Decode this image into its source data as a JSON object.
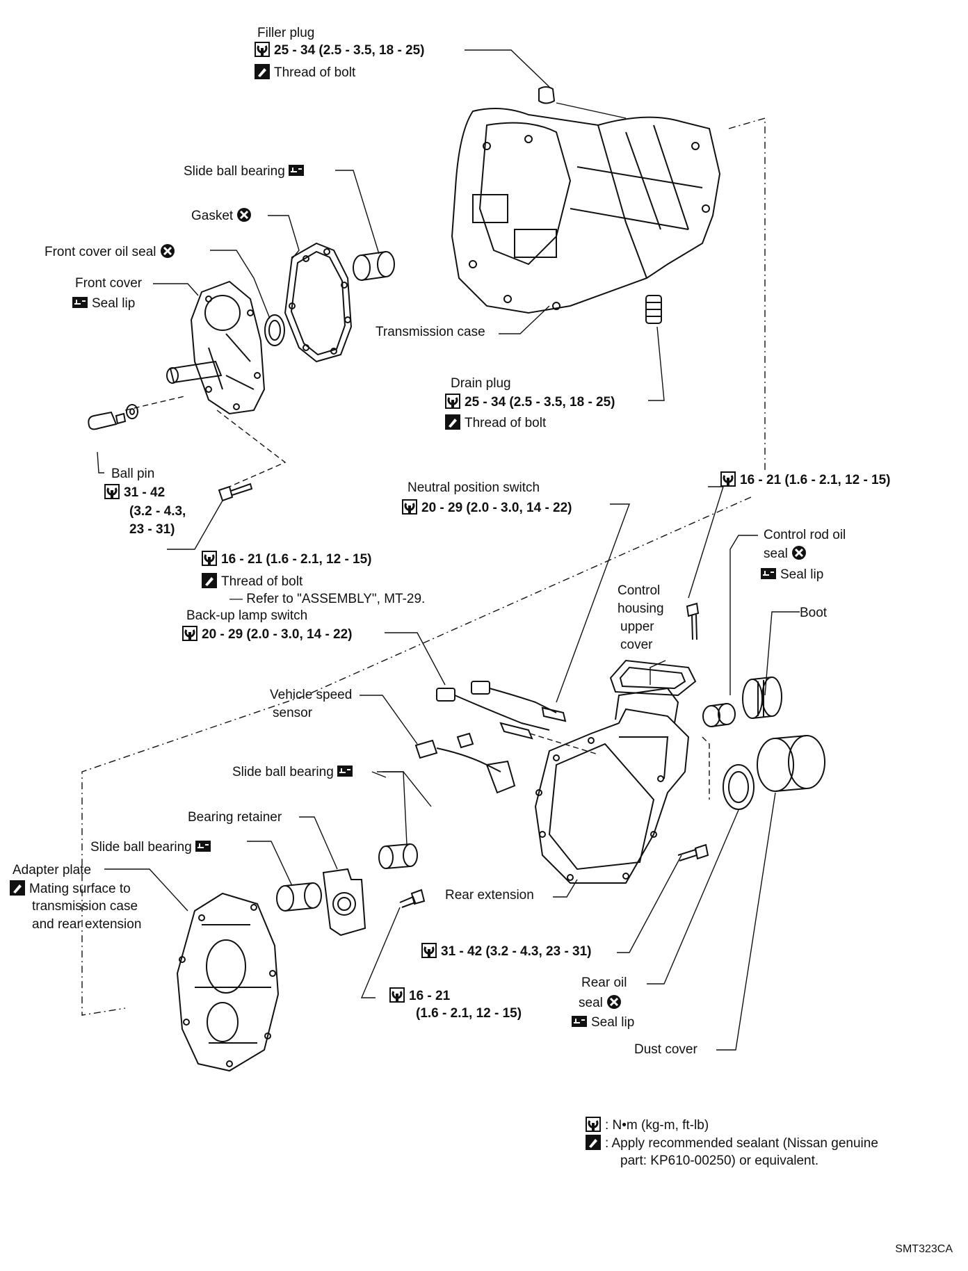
{
  "labels": {
    "filler_plug": {
      "name": "Filler plug",
      "torque": "25 - 34 (2.5 - 3.5, 18 - 25)",
      "sealant": "Thread of bolt"
    },
    "slide_ball_bearing_top": "Slide ball bearing",
    "gasket": "Gasket",
    "front_cover_oil_seal": "Front cover oil seal",
    "front_cover": {
      "name": "Front cover",
      "seal_lip": "Seal lip"
    },
    "transmission_case": "Transmission case",
    "drain_plug": {
      "name": "Drain plug",
      "torque": "25 - 34 (2.5 - 3.5, 18 - 25)",
      "sealant": "Thread of bolt"
    },
    "ball_pin": {
      "name": "Ball pin",
      "torque_1": "31 - 42",
      "torque_2": "(3.2 - 4.3,",
      "torque_3": "23 - 31)"
    },
    "front_bolt": {
      "torque": "16 - 21 (1.6 - 2.1, 12 - 15)",
      "sealant": "Thread of bolt",
      "refer": "— Refer to \"ASSEMBLY\", MT-29."
    },
    "right_bolt_torque": "16 - 21 (1.6 - 2.1, 12 - 15)",
    "neutral_position_switch": {
      "name": "Neutral position switch",
      "torque": "20 - 29 (2.0 - 3.0, 14 - 22)"
    },
    "control_rod_oil_seal": {
      "line1": "Control rod oil",
      "line2": "seal",
      "seal_lip": "Seal lip"
    },
    "boot": "Boot",
    "control_housing": {
      "line1": "Control",
      "line2": "housing",
      "line3": "upper",
      "line4": "cover"
    },
    "backup_lamp_switch": {
      "name": "Back-up lamp switch",
      "torque": "20 - 29 (2.0 - 3.0, 14 - 22)"
    },
    "vehicle_speed_sensor": {
      "line1": "Vehicle speed",
      "line2": "sensor"
    },
    "slide_ball_bearing_mid": "Slide ball bearing",
    "bearing_retainer": "Bearing retainer",
    "slide_ball_bearing_low": "Slide ball bearing",
    "adapter_plate": {
      "name": "Adapter plate",
      "line1": "Mating surface to",
      "line2": "transmission case",
      "line3": "and rear extension"
    },
    "rear_extension": "Rear extension",
    "rear_ext_bolt_torque": "31 - 42 (3.2 - 4.3, 23 - 31)",
    "lower_bolt": {
      "torque_1": "16 - 21",
      "torque_2": "(1.6 - 2.1, 12 - 15)"
    },
    "rear_oil_seal": {
      "line1": "Rear oil",
      "line2": "seal",
      "seal_lip": "Seal lip"
    },
    "dust_cover": "Dust cover"
  },
  "legend": {
    "torque_unit": ": N•m (kg-m, ft-lb)",
    "sealant_line1": ": Apply recommended sealant (Nissan genuine",
    "sealant_line2": "part: KP610-00250) or equivalent."
  },
  "figure_code": "SMT323CA"
}
